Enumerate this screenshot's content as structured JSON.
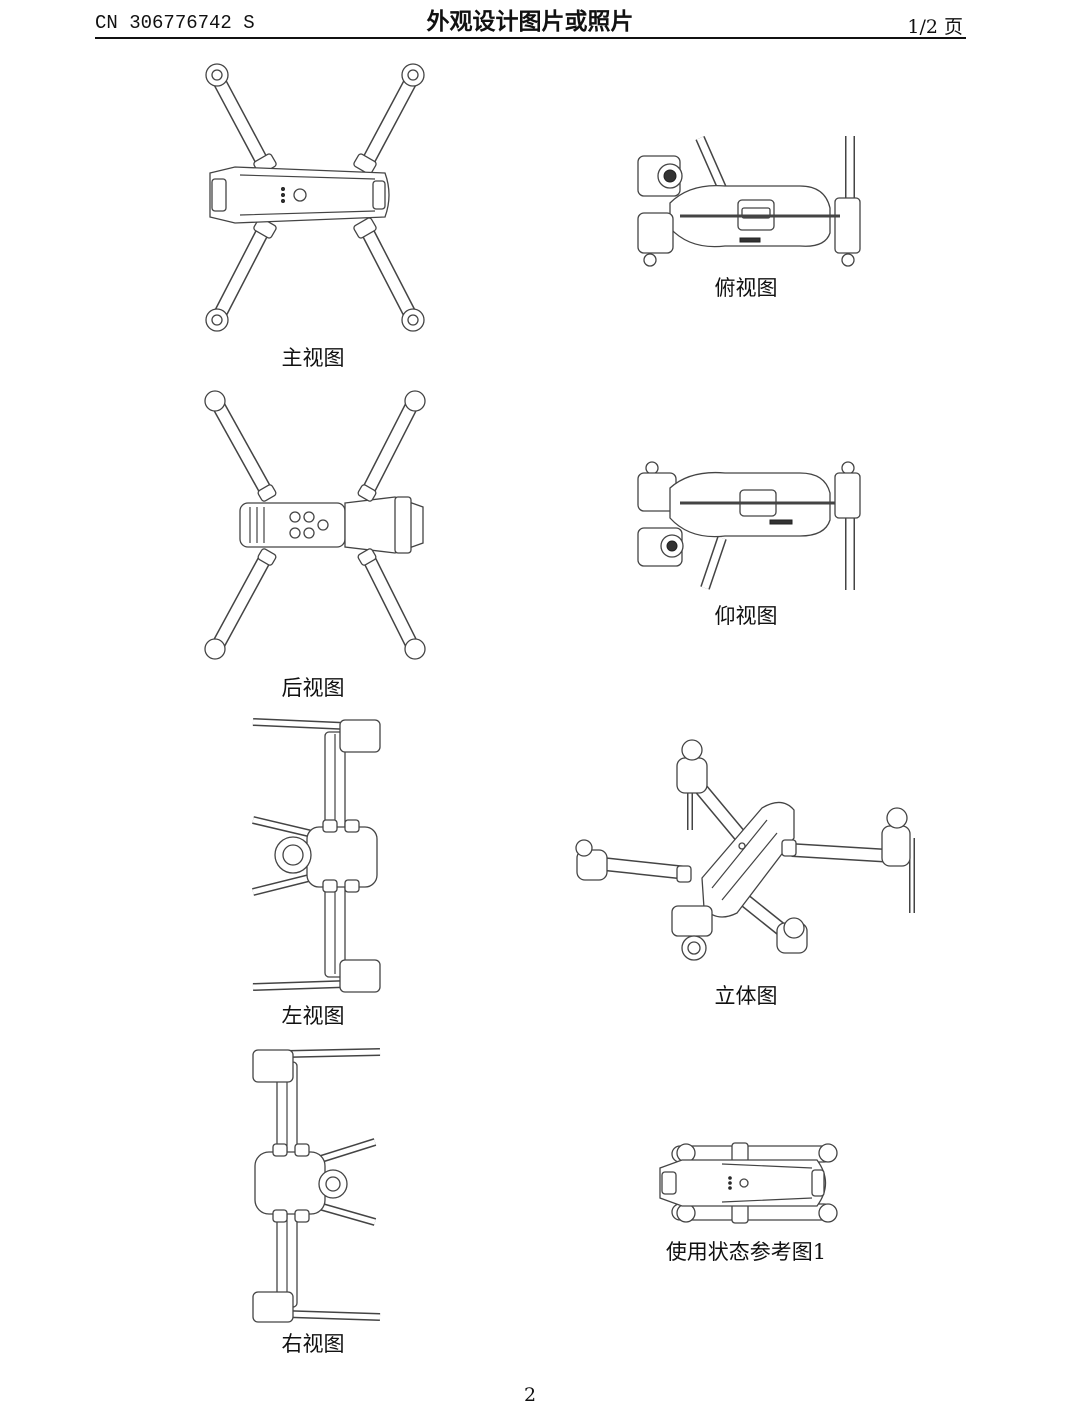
{
  "header": {
    "publication_number": "CN 306776742 S",
    "title": "外观设计图片或照片",
    "page_info": "1/2 页"
  },
  "figures": [
    {
      "caption": "主视图"
    },
    {
      "caption": "俯视图"
    },
    {
      "caption": "后视图"
    },
    {
      "caption": "仰视图"
    },
    {
      "caption": "左视图"
    },
    {
      "caption": "立体图"
    },
    {
      "caption": "右视图"
    },
    {
      "caption": "使用状态参考图1"
    }
  ],
  "footer": {
    "page_number": "2"
  }
}
